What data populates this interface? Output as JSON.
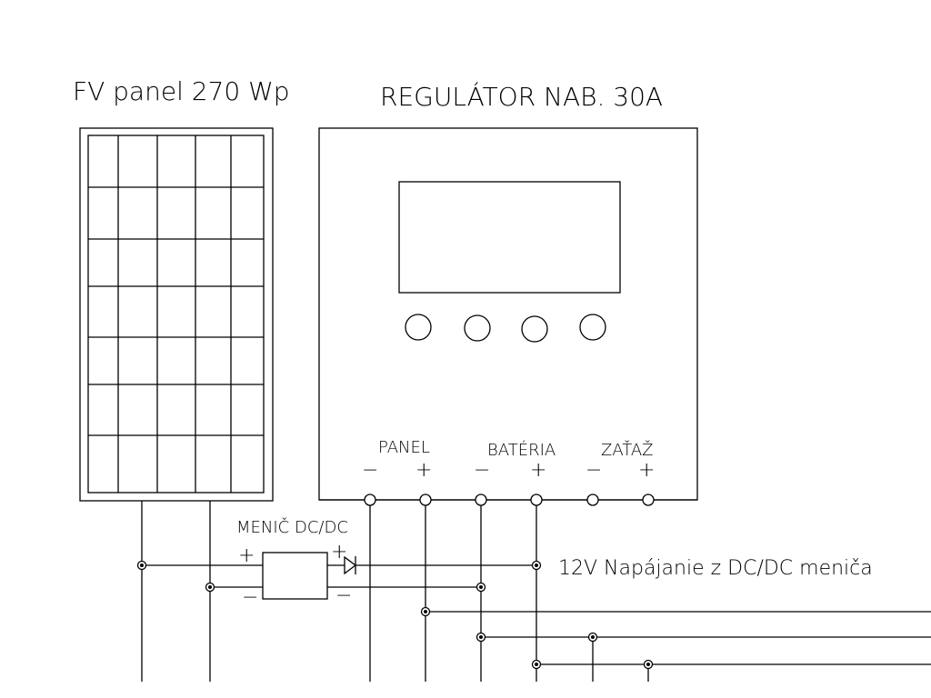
{
  "labels": {
    "pv_panel": "FV panel 270 Wp",
    "regulator": "REGULÁTOR NAB. 30A",
    "converter": "MENIČ DC/DC",
    "supply_note": "12V Napájanie z DC/DC meniča",
    "terminal_panel": "PANEL",
    "terminal_battery": "BATÉRIA",
    "terminal_load": "ZAŤAŽ",
    "minus": "−",
    "plus": "+"
  },
  "colors": {
    "line": "#000000",
    "background": "#ffffff"
  }
}
